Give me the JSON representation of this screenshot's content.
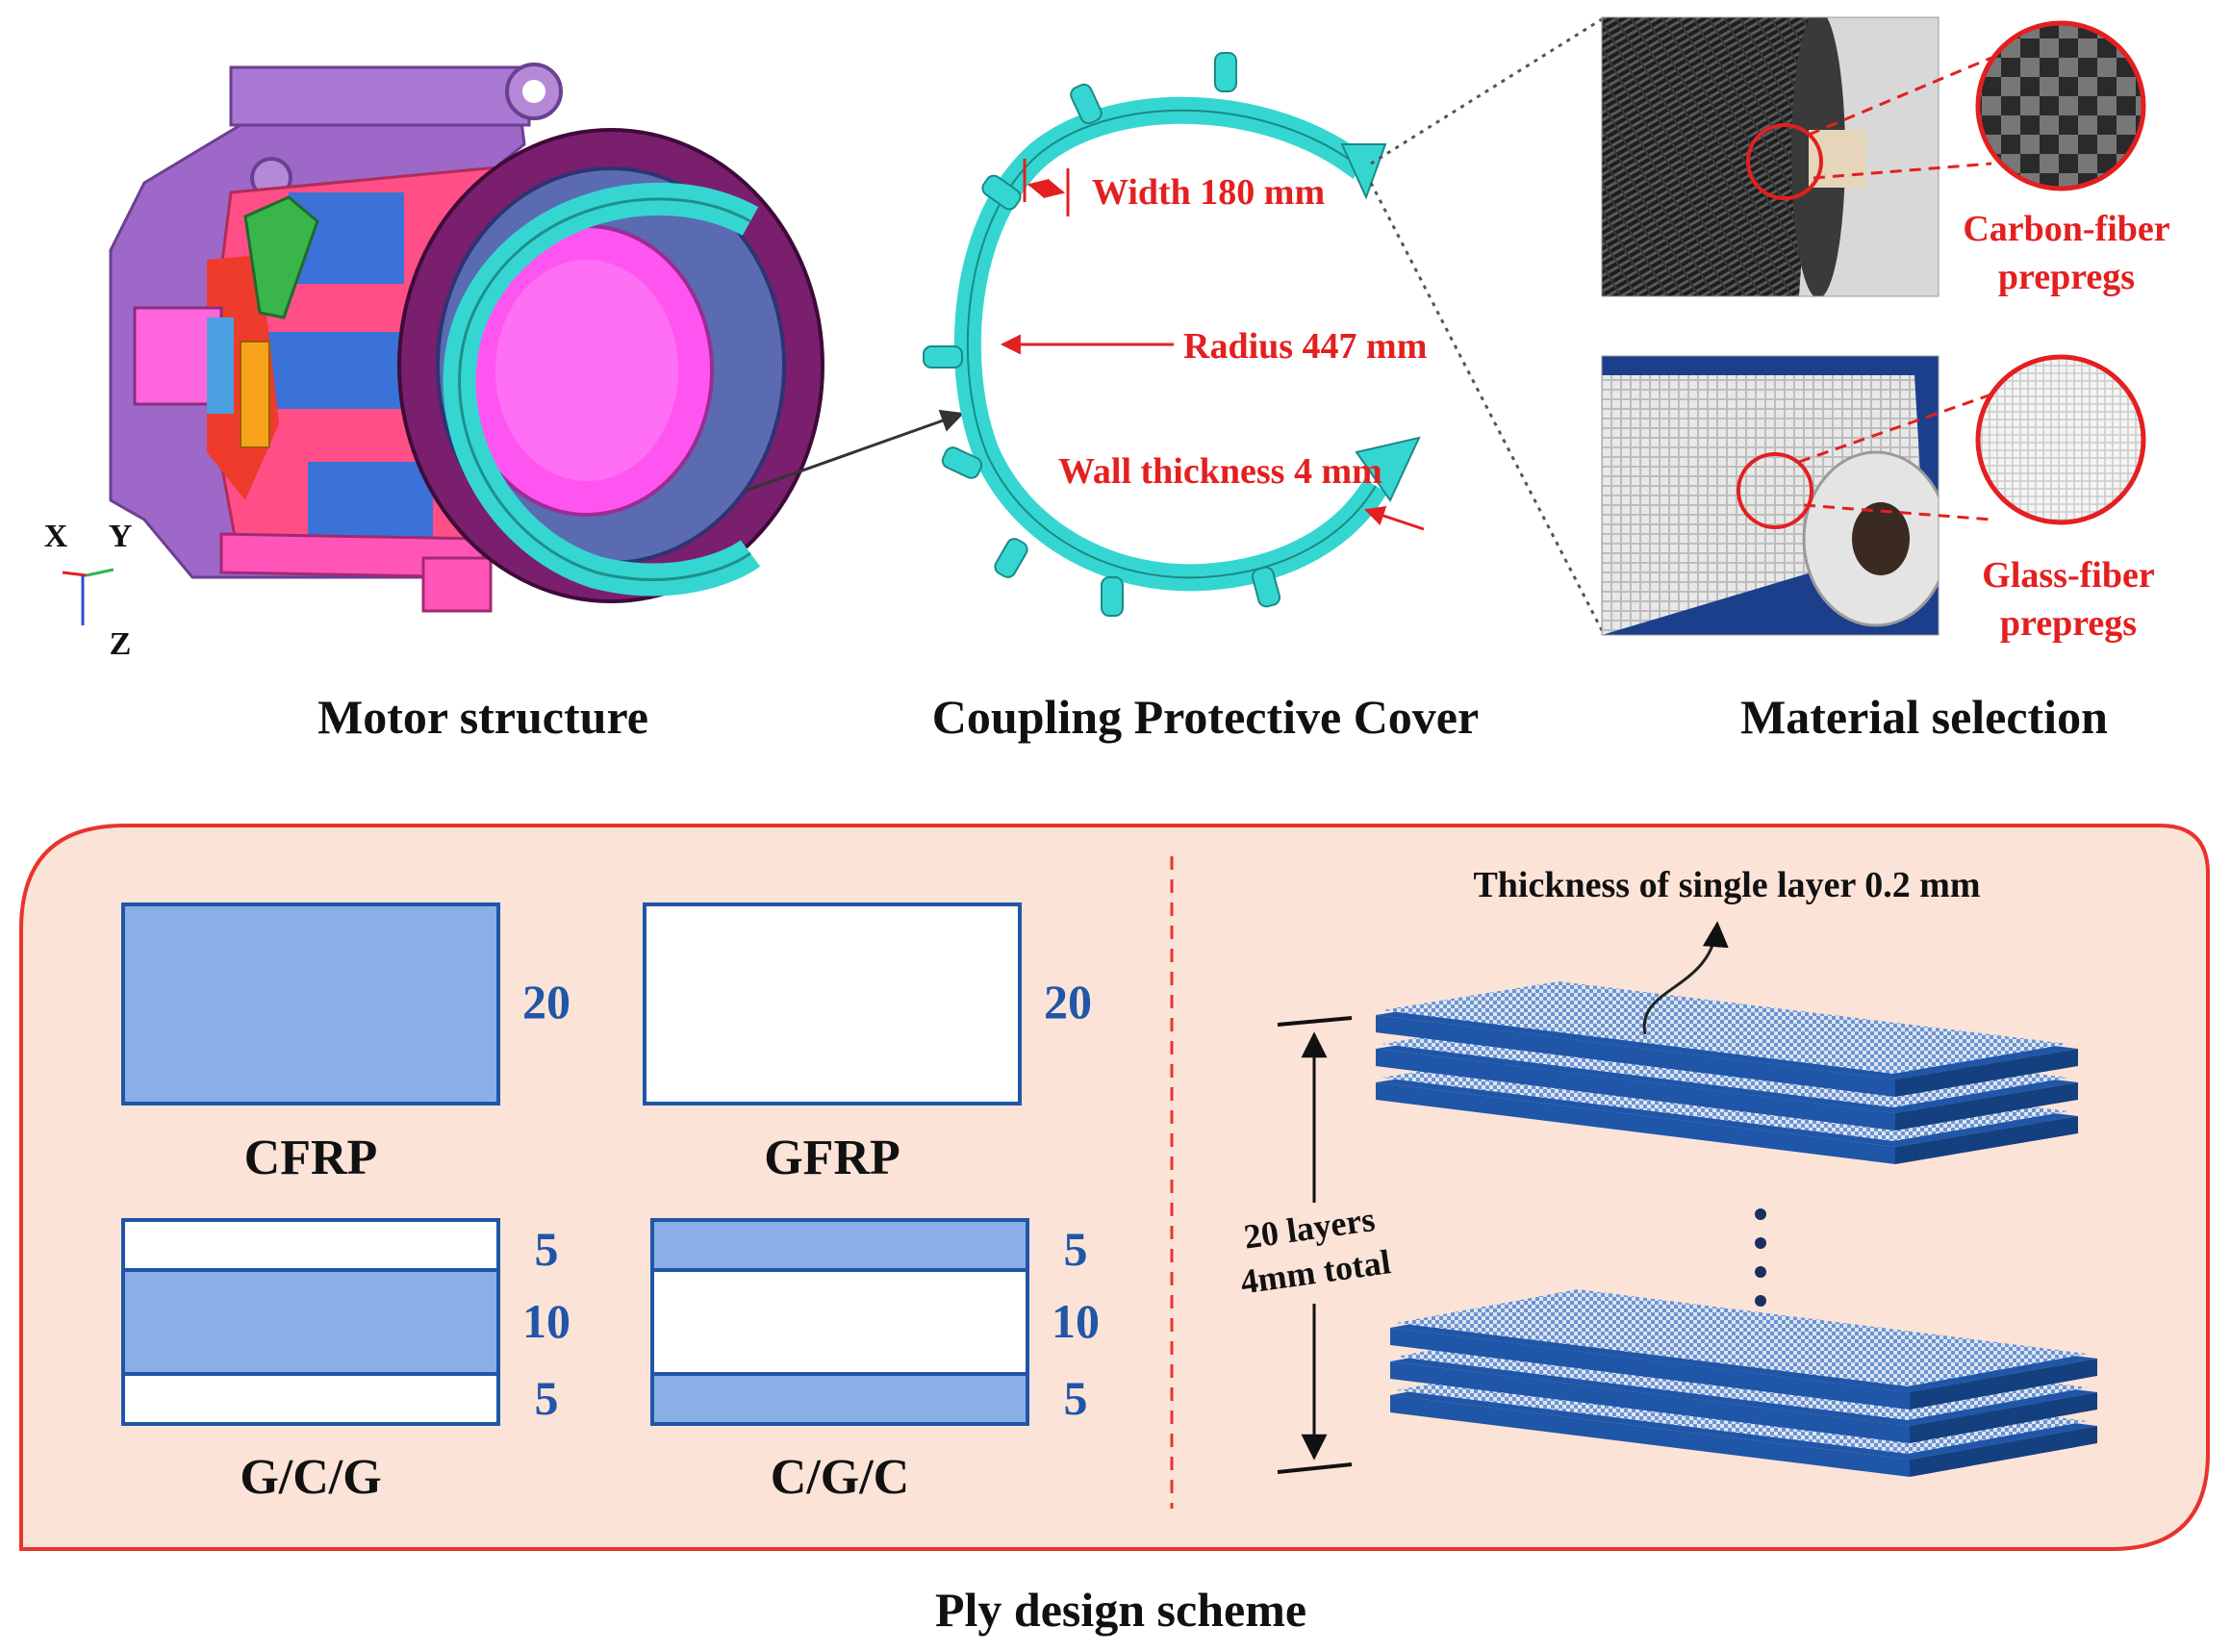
{
  "colors": {
    "annotation_red": "#e41f1f",
    "cover_cyan": "#35d6d2",
    "carbon_blue": "#8aaee6",
    "ply_blue": "#1f56a8",
    "panel_fill": "#fbe3d7",
    "panel_border": "#e8342c",
    "motor_purple": "#9d68c8",
    "motor_pink": "#ff4f86",
    "motor_blue": "#3a72d8",
    "motor_magenta": "#ff55f0"
  },
  "motor": {
    "caption": "Motor structure",
    "axis_x": "X",
    "axis_y": "Y",
    "axis_z": "Z"
  },
  "cover": {
    "caption": "Coupling Protective Cover",
    "width_label": "Width 180 mm",
    "radius_label": "Radius 447 mm",
    "wall_label": "Wall thickness 4 mm"
  },
  "material": {
    "caption": "Material selection",
    "carbon_line1": "Carbon-fiber",
    "carbon_line2": "prepregs",
    "glass_line1": "Glass-fiber",
    "glass_line2": "prepregs"
  },
  "ply": {
    "caption": "Ply design scheme",
    "schemes": [
      {
        "name": "CFRP",
        "layers": [
          {
            "count": "20",
            "material": "carbon"
          }
        ]
      },
      {
        "name": "GFRP",
        "layers": [
          {
            "count": "20",
            "material": "glass"
          }
        ]
      },
      {
        "name": "G/C/G",
        "layers": [
          {
            "count": "5",
            "material": "glass"
          },
          {
            "count": "10",
            "material": "carbon"
          },
          {
            "count": "5",
            "material": "glass"
          }
        ]
      },
      {
        "name": "C/G/C",
        "layers": [
          {
            "count": "5",
            "material": "carbon"
          },
          {
            "count": "10",
            "material": "glass"
          },
          {
            "count": "5",
            "material": "carbon"
          }
        ]
      }
    ],
    "single_layer_label": "Thickness of single layer 0.2 mm",
    "total_line1": "20 layers",
    "total_line2": "4mm total"
  }
}
